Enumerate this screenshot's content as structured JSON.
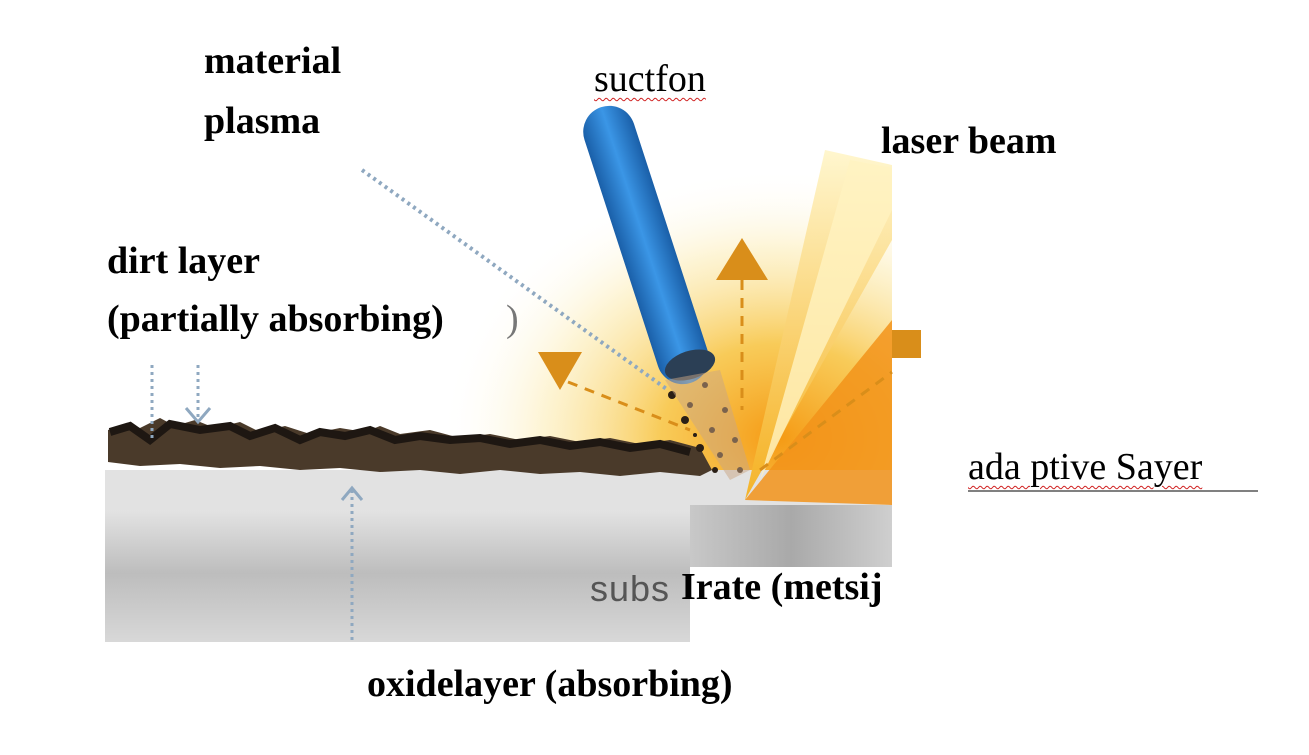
{
  "labels": {
    "material": "material",
    "plasma": "plasma",
    "suction": "suctfon",
    "laser_beam": "laser beam",
    "dirt_line1": "dirt layer",
    "dirt_line2": "(partially absorbing)",
    "dirt_bracket": ")",
    "adaptive": "ada ptive Sayer",
    "subs": "subs",
    "substrate": "Irate (metsij",
    "oxide": "oxidelayer (absorbing)"
  },
  "colors": {
    "suction_nozzle": "#2a7fd0",
    "laser": "#f5c63a",
    "plasma_glow": "#f7a21b",
    "arrow_markers": "#d98e1a",
    "dirt_layer": "#4a3a2a",
    "substrate": "#b9b9b9",
    "dotted_leader": "#8fa8c0"
  }
}
